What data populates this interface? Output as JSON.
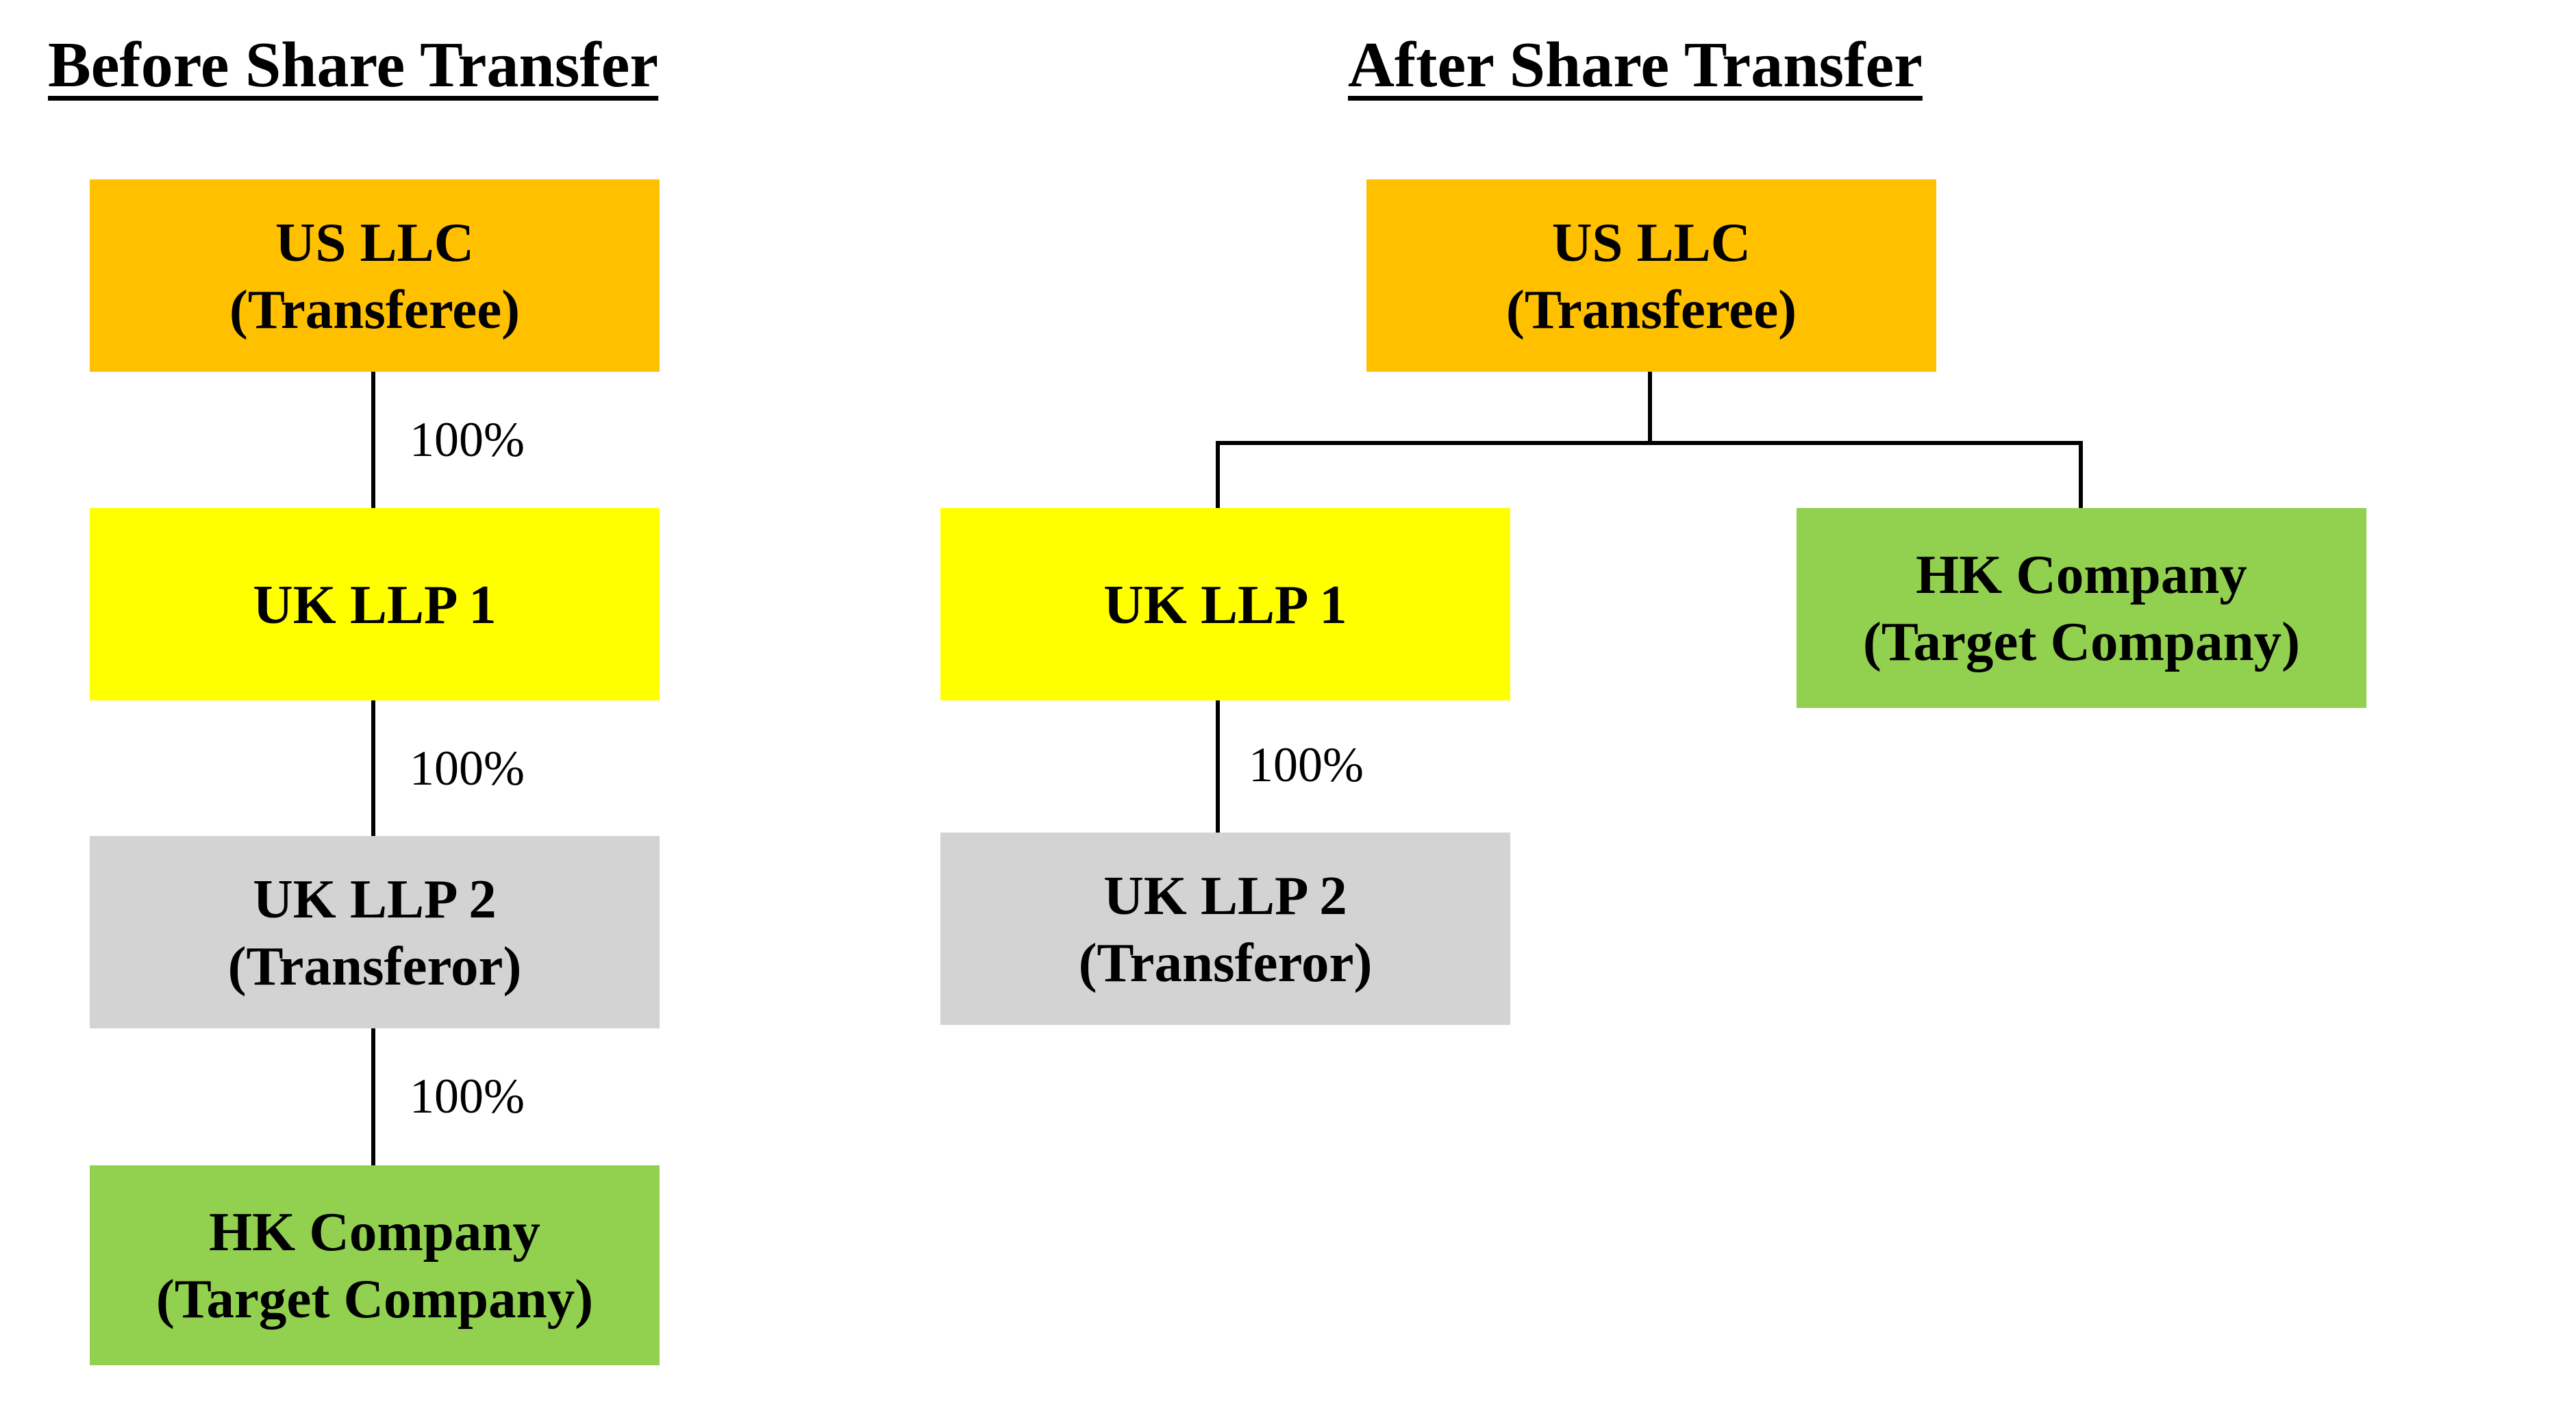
{
  "before": {
    "heading": "Before Share Transfer",
    "us_llc": {
      "line1": "US LLC",
      "line2": "(Transferee)"
    },
    "uk_llp1": {
      "line1": "UK LLP 1"
    },
    "uk_llp2": {
      "line1": "UK LLP 2",
      "line2": "(Transferor)"
    },
    "hk_company": {
      "line1": "HK Company",
      "line2": "(Target Company)"
    },
    "ownership": [
      "100%",
      "100%",
      "100%"
    ]
  },
  "after": {
    "heading": "After Share Transfer",
    "us_llc": {
      "line1": "US LLC",
      "line2": "(Transferee)"
    },
    "uk_llp1": {
      "line1": "UK LLP 1"
    },
    "uk_llp2": {
      "line1": "UK LLP 2",
      "line2": "(Transferor)"
    },
    "hk_company": {
      "line1": "HK Company",
      "line2": "(Target Company)"
    },
    "ownership": [
      "100%"
    ]
  },
  "colors": {
    "us_llc": "#ffc000",
    "uk_llp1": "#ffff00",
    "uk_llp2": "#d3d3d3",
    "hk_company": "#92d050"
  }
}
